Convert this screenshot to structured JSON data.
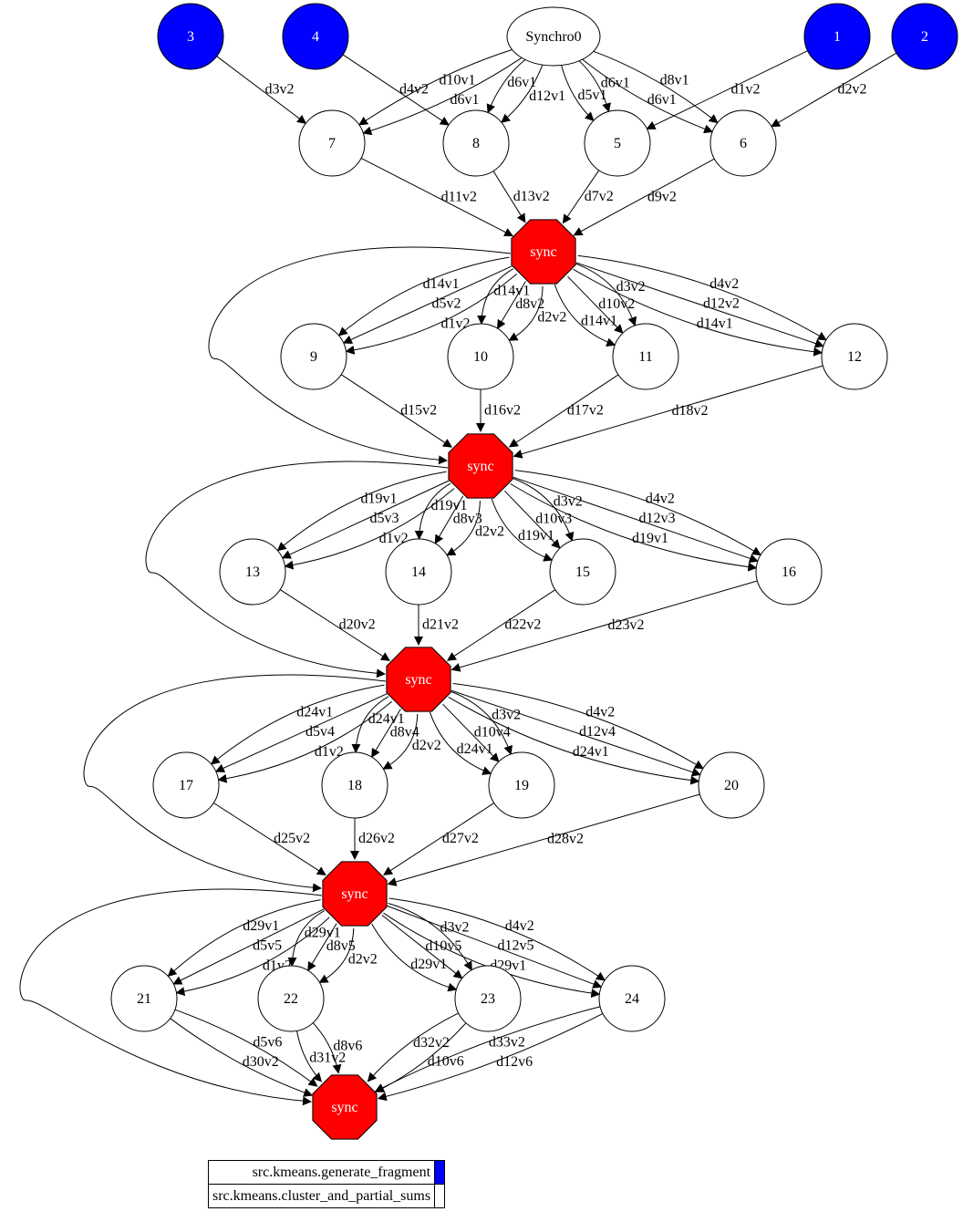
{
  "colors": {
    "task_fill": "#ffffff",
    "generate_fill": "#0000ff",
    "sync_fill": "#ff0000",
    "stroke": "#000000",
    "sync_text": "#ffffff"
  },
  "nodes": [
    {
      "id": "n3",
      "label": "3",
      "kind": "generate"
    },
    {
      "id": "n4",
      "label": "4",
      "kind": "generate"
    },
    {
      "id": "syn0",
      "label": "Synchro0",
      "kind": "synchro"
    },
    {
      "id": "n1",
      "label": "1",
      "kind": "generate"
    },
    {
      "id": "n2",
      "label": "2",
      "kind": "generate"
    },
    {
      "id": "n7",
      "label": "7",
      "kind": "task"
    },
    {
      "id": "n8",
      "label": "8",
      "kind": "task"
    },
    {
      "id": "n5",
      "label": "5",
      "kind": "task"
    },
    {
      "id": "n6",
      "label": "6",
      "kind": "task"
    },
    {
      "id": "s1",
      "label": "sync",
      "kind": "sync"
    },
    {
      "id": "n9",
      "label": "9",
      "kind": "task"
    },
    {
      "id": "n10",
      "label": "10",
      "kind": "task"
    },
    {
      "id": "n11",
      "label": "11",
      "kind": "task"
    },
    {
      "id": "n12",
      "label": "12",
      "kind": "task"
    },
    {
      "id": "s2",
      "label": "sync",
      "kind": "sync"
    },
    {
      "id": "n13",
      "label": "13",
      "kind": "task"
    },
    {
      "id": "n14",
      "label": "14",
      "kind": "task"
    },
    {
      "id": "n15",
      "label": "15",
      "kind": "task"
    },
    {
      "id": "n16",
      "label": "16",
      "kind": "task"
    },
    {
      "id": "s3",
      "label": "sync",
      "kind": "sync"
    },
    {
      "id": "n17",
      "label": "17",
      "kind": "task"
    },
    {
      "id": "n18",
      "label": "18",
      "kind": "task"
    },
    {
      "id": "n19",
      "label": "19",
      "kind": "task"
    },
    {
      "id": "n20",
      "label": "20",
      "kind": "task"
    },
    {
      "id": "s4",
      "label": "sync",
      "kind": "sync"
    },
    {
      "id": "n21",
      "label": "21",
      "kind": "task"
    },
    {
      "id": "n22",
      "label": "22",
      "kind": "task"
    },
    {
      "id": "n23",
      "label": "23",
      "kind": "task"
    },
    {
      "id": "n24",
      "label": "24",
      "kind": "task"
    },
    {
      "id": "s5",
      "label": "sync",
      "kind": "sync"
    }
  ],
  "edges": [
    {
      "from": "n3",
      "to": "n7",
      "label": "d3v2"
    },
    {
      "from": "n4",
      "to": "n8",
      "label": "d4v2"
    },
    {
      "from": "n1",
      "to": "n5",
      "label": "d1v2"
    },
    {
      "from": "n2",
      "to": "n6",
      "label": "d2v2"
    },
    {
      "from": "syn0",
      "to": "n7",
      "label": "d6v1"
    },
    {
      "from": "syn0",
      "to": "n7",
      "label": "d10v1"
    },
    {
      "from": "syn0",
      "to": "n8",
      "label": "d12v1"
    },
    {
      "from": "syn0",
      "to": "n8",
      "label": "d6v1"
    },
    {
      "from": "syn0",
      "to": "n5",
      "label": "d6v1"
    },
    {
      "from": "syn0",
      "to": "n5",
      "label": "d5v1"
    },
    {
      "from": "syn0",
      "to": "n6",
      "label": "d8v1"
    },
    {
      "from": "syn0",
      "to": "n6",
      "label": "d6v1"
    },
    {
      "from": "n7",
      "to": "s1",
      "label": "d11v2"
    },
    {
      "from": "n8",
      "to": "s1",
      "label": "d13v2"
    },
    {
      "from": "n5",
      "to": "s1",
      "label": "d7v2"
    },
    {
      "from": "n6",
      "to": "s1",
      "label": "d9v2"
    },
    {
      "from": "s1",
      "to": "n9",
      "label": "d1v2"
    },
    {
      "from": "s1",
      "to": "n9",
      "label": "d5v2"
    },
    {
      "from": "s1",
      "to": "n9",
      "label": "d14v1"
    },
    {
      "from": "s1",
      "to": "n10",
      "label": "d2v2"
    },
    {
      "from": "s1",
      "to": "n10",
      "label": "d8v2"
    },
    {
      "from": "s1",
      "to": "n10",
      "label": "d14v1"
    },
    {
      "from": "s1",
      "to": "n11",
      "label": "d3v2"
    },
    {
      "from": "s1",
      "to": "n11",
      "label": "d10v2"
    },
    {
      "from": "s1",
      "to": "n11",
      "label": "d14v1"
    },
    {
      "from": "s1",
      "to": "n12",
      "label": "d4v2"
    },
    {
      "from": "s1",
      "to": "n12",
      "label": "d12v2"
    },
    {
      "from": "s1",
      "to": "n12",
      "label": "d14v1"
    },
    {
      "from": "s1",
      "to": "s2",
      "label": ""
    },
    {
      "from": "n9",
      "to": "s2",
      "label": "d15v2"
    },
    {
      "from": "n10",
      "to": "s2",
      "label": "d16v2"
    },
    {
      "from": "n11",
      "to": "s2",
      "label": "d17v2"
    },
    {
      "from": "n12",
      "to": "s2",
      "label": "d18v2"
    },
    {
      "from": "s2",
      "to": "n13",
      "label": "d1v2"
    },
    {
      "from": "s2",
      "to": "n13",
      "label": "d5v3"
    },
    {
      "from": "s2",
      "to": "n13",
      "label": "d19v1"
    },
    {
      "from": "s2",
      "to": "n14",
      "label": "d2v2"
    },
    {
      "from": "s2",
      "to": "n14",
      "label": "d8v3"
    },
    {
      "from": "s2",
      "to": "n14",
      "label": "d19v1"
    },
    {
      "from": "s2",
      "to": "n15",
      "label": "d3v2"
    },
    {
      "from": "s2",
      "to": "n15",
      "label": "d10v3"
    },
    {
      "from": "s2",
      "to": "n15",
      "label": "d19v1"
    },
    {
      "from": "s2",
      "to": "n16",
      "label": "d4v2"
    },
    {
      "from": "s2",
      "to": "n16",
      "label": "d12v3"
    },
    {
      "from": "s2",
      "to": "n16",
      "label": "d19v1"
    },
    {
      "from": "s2",
      "to": "s3",
      "label": ""
    },
    {
      "from": "n13",
      "to": "s3",
      "label": "d20v2"
    },
    {
      "from": "n14",
      "to": "s3",
      "label": "d21v2"
    },
    {
      "from": "n15",
      "to": "s3",
      "label": "d22v2"
    },
    {
      "from": "n16",
      "to": "s3",
      "label": "d23v2"
    },
    {
      "from": "s3",
      "to": "n17",
      "label": "d1v2"
    },
    {
      "from": "s3",
      "to": "n17",
      "label": "d5v4"
    },
    {
      "from": "s3",
      "to": "n17",
      "label": "d24v1"
    },
    {
      "from": "s3",
      "to": "n18",
      "label": "d2v2"
    },
    {
      "from": "s3",
      "to": "n18",
      "label": "d8v4"
    },
    {
      "from": "s3",
      "to": "n18",
      "label": "d24v1"
    },
    {
      "from": "s3",
      "to": "n19",
      "label": "d3v2"
    },
    {
      "from": "s3",
      "to": "n19",
      "label": "d10v4"
    },
    {
      "from": "s3",
      "to": "n19",
      "label": "d24v1"
    },
    {
      "from": "s3",
      "to": "n20",
      "label": "d4v2"
    },
    {
      "from": "s3",
      "to": "n20",
      "label": "d12v4"
    },
    {
      "from": "s3",
      "to": "n20",
      "label": "d24v1"
    },
    {
      "from": "s3",
      "to": "s4",
      "label": ""
    },
    {
      "from": "n17",
      "to": "s4",
      "label": "d25v2"
    },
    {
      "from": "n18",
      "to": "s4",
      "label": "d26v2"
    },
    {
      "from": "n19",
      "to": "s4",
      "label": "d27v2"
    },
    {
      "from": "n20",
      "to": "s4",
      "label": "d28v2"
    },
    {
      "from": "s4",
      "to": "n21",
      "label": "d1v2"
    },
    {
      "from": "s4",
      "to": "n21",
      "label": "d5v5"
    },
    {
      "from": "s4",
      "to": "n21",
      "label": "d29v1"
    },
    {
      "from": "s4",
      "to": "n22",
      "label": "d2v2"
    },
    {
      "from": "s4",
      "to": "n22",
      "label": "d8v5"
    },
    {
      "from": "s4",
      "to": "n22",
      "label": "d29v1"
    },
    {
      "from": "s4",
      "to": "n23",
      "label": "d3v2"
    },
    {
      "from": "s4",
      "to": "n23",
      "label": "d10v5"
    },
    {
      "from": "s4",
      "to": "n23",
      "label": "d29v1"
    },
    {
      "from": "s4",
      "to": "n24",
      "label": "d4v2"
    },
    {
      "from": "s4",
      "to": "n24",
      "label": "d12v5"
    },
    {
      "from": "s4",
      "to": "n24",
      "label": "d29v1"
    },
    {
      "from": "s4",
      "to": "s5",
      "label": ""
    },
    {
      "from": "n21",
      "to": "s5",
      "label": "d5v6"
    },
    {
      "from": "n21",
      "to": "s5",
      "label": "d30v2"
    },
    {
      "from": "n22",
      "to": "s5",
      "label": "d8v6"
    },
    {
      "from": "n22",
      "to": "s5",
      "label": "d31v2"
    },
    {
      "from": "n23",
      "to": "s5",
      "label": "d10v6"
    },
    {
      "from": "n23",
      "to": "s5",
      "label": "d32v2"
    },
    {
      "from": "n24",
      "to": "s5",
      "label": "d12v6"
    },
    {
      "from": "n24",
      "to": "s5",
      "label": "d33v2"
    }
  ],
  "legend": [
    {
      "label": "src.kmeans.generate_fragment",
      "color": "#0000ff"
    },
    {
      "label": "src.kmeans.cluster_and_partial_sums",
      "color": "#ffffff"
    }
  ]
}
